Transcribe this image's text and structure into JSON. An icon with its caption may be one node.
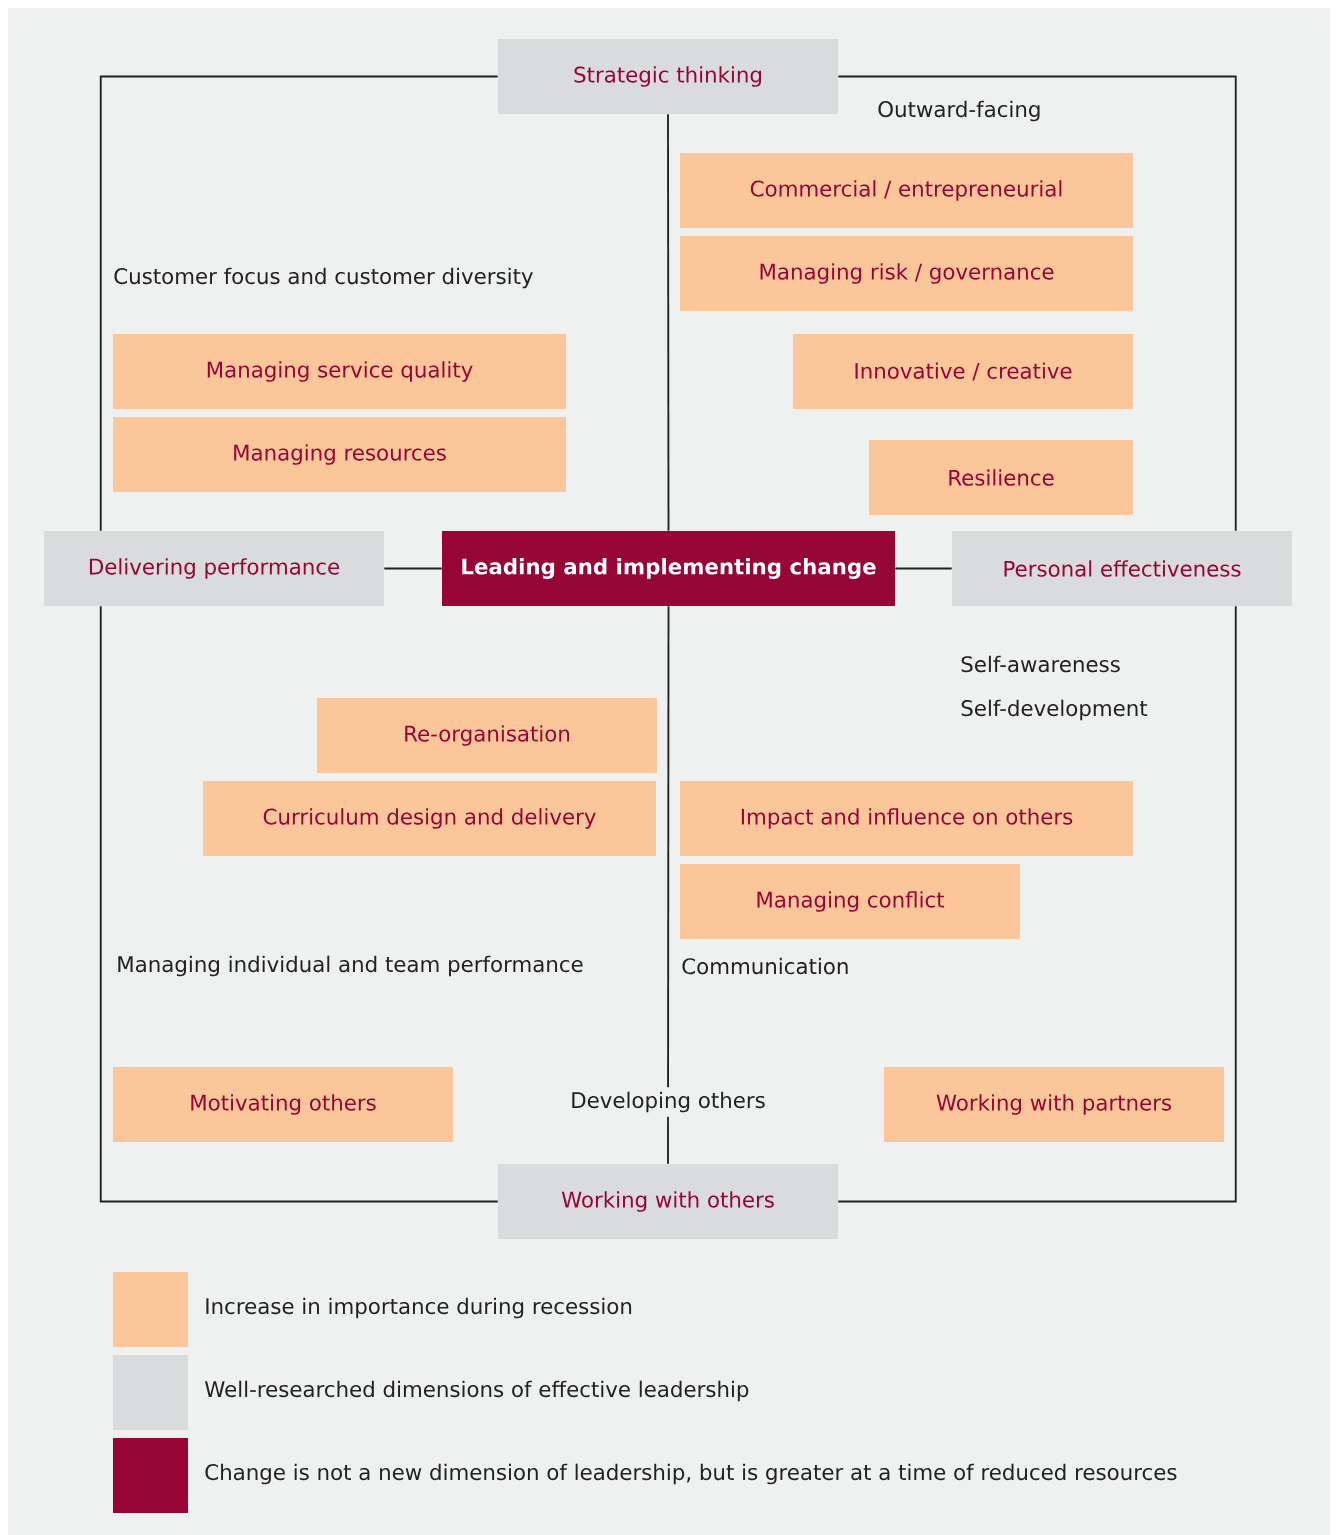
{
  "diagram": {
    "nodes": [
      {
        "text": [
          "Strategic thinking"
        ]
      },
      {
        "text": [
          "Delivering performance"
        ]
      },
      {
        "text": [
          "Leading and implementing change"
        ]
      },
      {
        "text": [
          "Personal effectiveness"
        ]
      },
      {
        "text": [
          "Working with others"
        ]
      },
      {
        "text": [
          "Commercial / entrepreneurial"
        ]
      },
      {
        "text": [
          "Managing risk / governance"
        ]
      },
      {
        "text": [
          "Innovative / creative"
        ]
      },
      {
        "text": [
          "Resilience"
        ]
      },
      {
        "text": [
          "Managing service quality"
        ]
      },
      {
        "text": [
          "Managing resources"
        ]
      },
      {
        "text": [
          "Re-organisation"
        ]
      },
      {
        "text": [
          "Curriculum design and delivery"
        ]
      },
      {
        "text": [
          "Impact and influence on others"
        ]
      },
      {
        "text": [
          "Managing conflict"
        ]
      },
      {
        "text": [
          "Motivating others"
        ]
      },
      {
        "text": [
          "Working with partners"
        ]
      }
    ],
    "edges": [
      {
        "from": 2,
        "to": 0,
        "arrow": "none"
      },
      {
        "from": 2,
        "to": 1,
        "arrow": "none"
      },
      {
        "from": 2,
        "to": 3,
        "arrow": "none"
      },
      {
        "from": 2,
        "to": 4,
        "arrow": "none"
      },
      {
        "from": 0,
        "to": 1,
        "arrow": "none"
      },
      {
        "from": 0,
        "to": 3,
        "arrow": "none"
      },
      {
        "from": 1,
        "to": 4,
        "arrow": "none"
      },
      {
        "from": 3,
        "to": 4,
        "arrow": "none"
      }
    ],
    "labels": [
      "Outward-facing",
      "Customer focus and customer diversity",
      "Self-awareness",
      "Self-development",
      "Managing individual and team performance",
      "Communication",
      "Developing others"
    ],
    "legend": [
      {
        "text": "Increase in importance during recession",
        "color": "#fcc69b"
      },
      {
        "text": "Well-researched dimensions of effective leadership",
        "color": "#dadbdd"
      },
      {
        "text": "Change is not a new dimension of leadership, but is greater at a time of reduced resources",
        "color": "#970536"
      }
    ]
  }
}
